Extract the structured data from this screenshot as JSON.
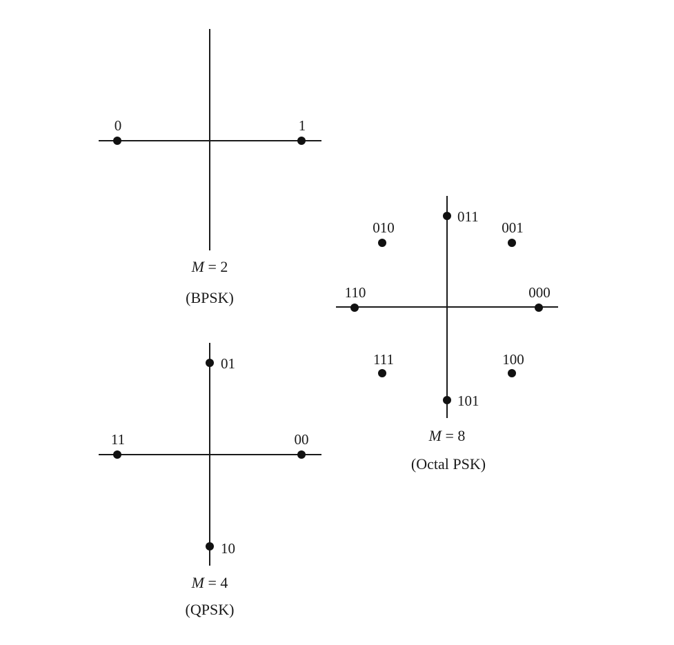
{
  "diagrams": [
    {
      "id": "bpsk",
      "m_symbol": "M",
      "m_rest": " = 2",
      "scheme": "(BPSK)",
      "points": [
        {
          "label": "0",
          "angle_deg": 180
        },
        {
          "label": "1",
          "angle_deg": 0
        }
      ]
    },
    {
      "id": "qpsk",
      "m_symbol": "M",
      "m_rest": " = 4",
      "scheme": "(QPSK)",
      "points": [
        {
          "label": "00",
          "angle_deg": 0
        },
        {
          "label": "01",
          "angle_deg": 90
        },
        {
          "label": "11",
          "angle_deg": 180
        },
        {
          "label": "10",
          "angle_deg": 270
        }
      ]
    },
    {
      "id": "8psk",
      "m_symbol": "M",
      "m_rest": " = 8",
      "scheme": "(Octal PSK)",
      "points": [
        {
          "label": "000",
          "angle_deg": 0
        },
        {
          "label": "001",
          "angle_deg": 45
        },
        {
          "label": "011",
          "angle_deg": 90
        },
        {
          "label": "010",
          "angle_deg": 135
        },
        {
          "label": "110",
          "angle_deg": 180
        },
        {
          "label": "111",
          "angle_deg": 225
        },
        {
          "label": "101",
          "angle_deg": 270
        },
        {
          "label": "100",
          "angle_deg": 315
        }
      ]
    }
  ]
}
